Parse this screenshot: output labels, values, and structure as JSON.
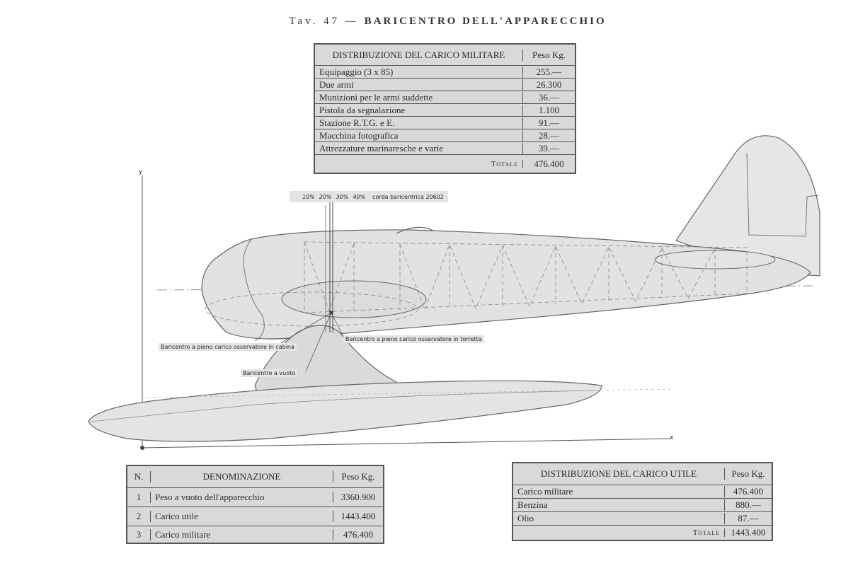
{
  "title": {
    "prefix": "Tav. 47 —",
    "main": "BARICENTRO DELL'APPARECCHIO"
  },
  "table_military": {
    "header": [
      "DISTRIBUZIONE DEL CARICO MILITARE",
      "Peso Kg."
    ],
    "rows": [
      {
        "label": "Equipaggio (3 x 85)",
        "value": "255.—"
      },
      {
        "label": "Due armi",
        "value": "26.300"
      },
      {
        "label": "Munizioni per le armi suddette",
        "value": "36.—"
      },
      {
        "label": "Pistola da segnalazione",
        "value": "1.100"
      },
      {
        "label": "Stazione R.T.G. e E.",
        "value": "91.—"
      },
      {
        "label": "Macchina fotografica",
        "value": "28.—"
      },
      {
        "label": "Attrezzature marinaresche e varie",
        "value": "39.—"
      }
    ],
    "total_label": "Totale",
    "total_value": "476.400"
  },
  "table_weights": {
    "header": [
      "N.",
      "DENOMINAZIONE",
      "Peso Kg."
    ],
    "rows": [
      {
        "n": "1",
        "label": "Peso a vuoto dell'apparecchio",
        "value": "3360.900"
      },
      {
        "n": "2",
        "label": "Carico utile",
        "value": "1443.400"
      },
      {
        "n": "3",
        "label": "Carico militare",
        "value": "476.400"
      }
    ]
  },
  "table_useful": {
    "header": [
      "DISTRIBUZIONE DEL CARICO UTILE",
      "Peso Kg."
    ],
    "rows": [
      {
        "label": "Carico militare",
        "value": "476.400"
      },
      {
        "label": "Benzina",
        "value": "880.—"
      },
      {
        "label": "Olio",
        "value": "87.—"
      }
    ],
    "total_label": "Totale",
    "total_value": "1443.400"
  },
  "drawing": {
    "axis_y": "y",
    "axis_x": "x",
    "chord_percentages": [
      "10%",
      "20%",
      "30%",
      "40%"
    ],
    "chord_label": "corda baricentrica 20602",
    "cg_full_cabin": "Baricentro a pieno carico osservatore in cabina",
    "cg_full_turret": "Baricentro a pieno carico osservatore in torretta",
    "cg_empty": "Baricentro a vuoto"
  }
}
